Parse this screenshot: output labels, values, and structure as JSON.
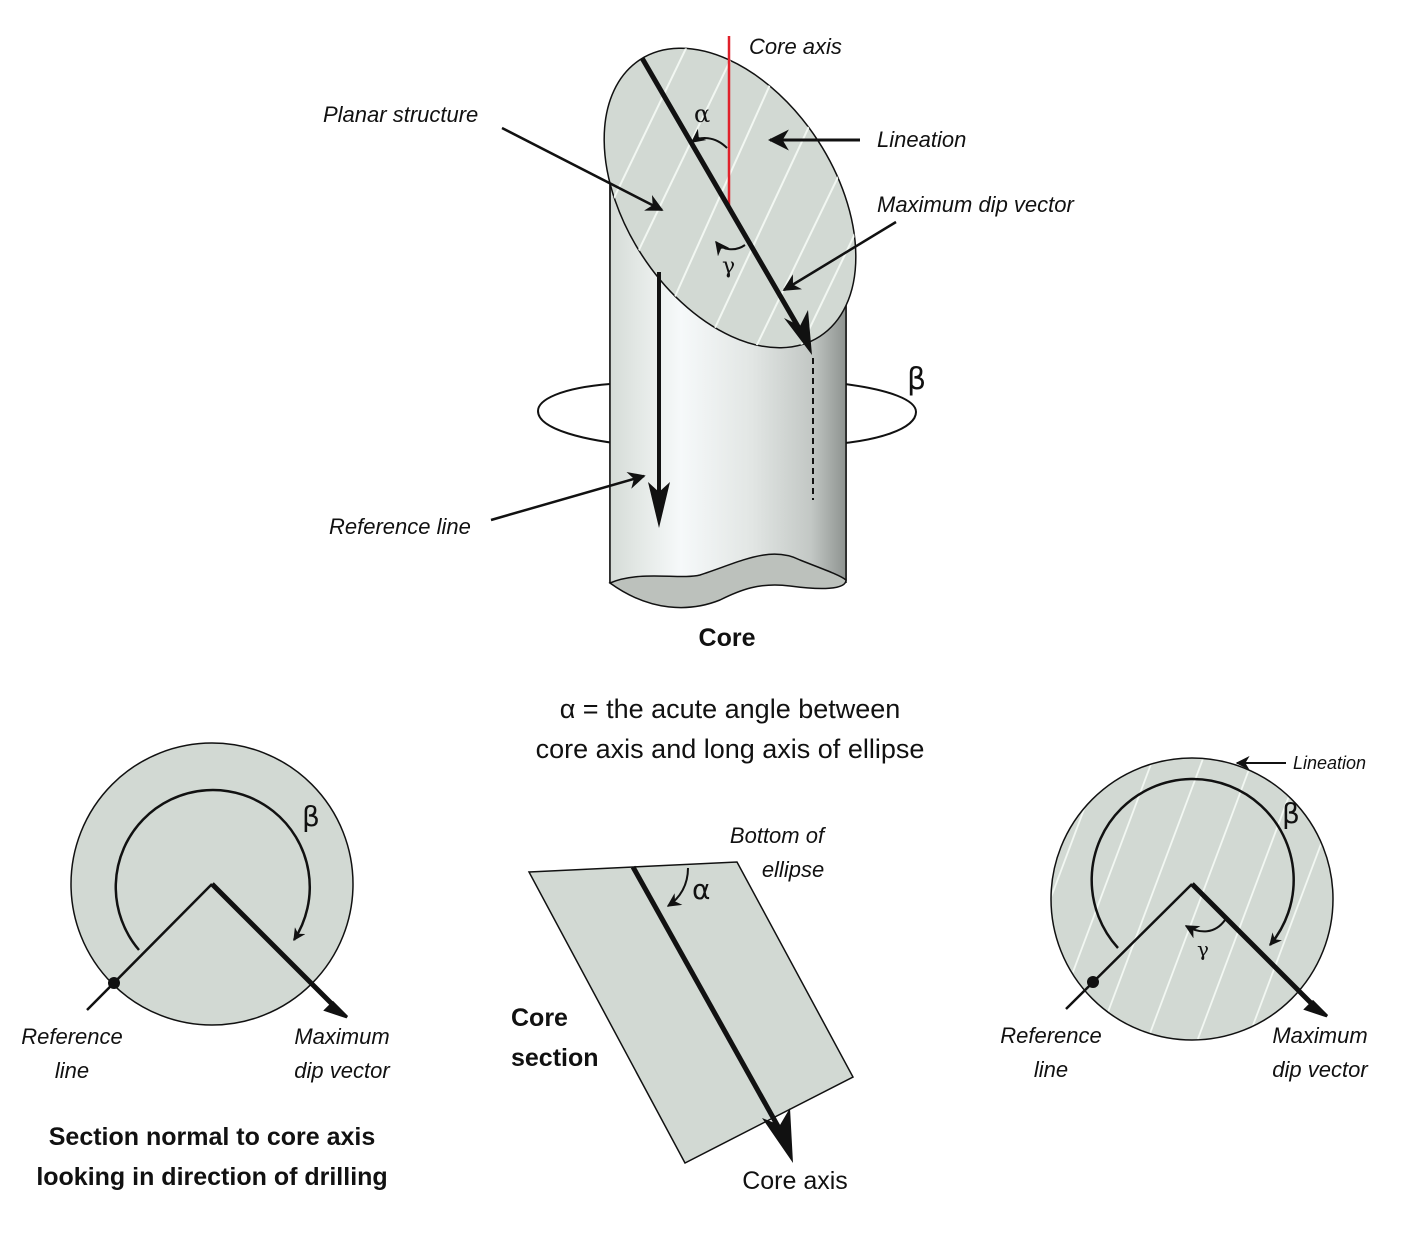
{
  "colors": {
    "surface_fill": "#d2d9d3",
    "cylinder_light": "#f4f8f8",
    "cylinder_dark": "#8e9390",
    "core_axis_red": "#e0202a",
    "outline": "#111111",
    "lineation_stripe": "#f2f7f2"
  },
  "core_figure": {
    "title": "Core",
    "labels": {
      "core_axis": "Core axis",
      "planar_structure": "Planar structure",
      "lineation": "Lineation",
      "max_dip_vector": "Maximum dip vector",
      "reference_line": "Reference line"
    },
    "symbols": {
      "alpha": "α",
      "gamma": "γ",
      "beta": "β"
    }
  },
  "definition": {
    "line1": "α = the acute angle between",
    "line2": "core axis and long axis of ellipse"
  },
  "left_section": {
    "beta": "β",
    "reference_line_1": "Reference",
    "reference_line_2": "line",
    "max_dip_1": "Maximum",
    "max_dip_2": "dip vector",
    "caption_1": "Section normal to core axis",
    "caption_2": "looking in direction of drilling"
  },
  "core_section": {
    "title_1": "Core",
    "title_2": "section",
    "bottom_1": "Bottom of",
    "bottom_2": "ellipse",
    "alpha": "α",
    "core_axis": "Core axis"
  },
  "right_section": {
    "lineation": "Lineation",
    "beta": "β",
    "gamma": "γ",
    "reference_line_1": "Reference",
    "reference_line_2": "line",
    "max_dip_1": "Maximum",
    "max_dip_2": "dip vector"
  }
}
